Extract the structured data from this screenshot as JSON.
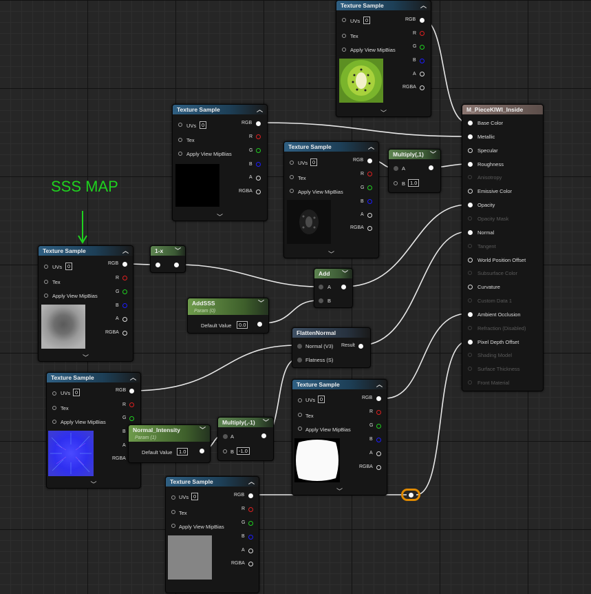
{
  "annotation": {
    "text": "SSS MAP"
  },
  "texture_sample": {
    "title": "Texture Sample",
    "inputs": [
      "UVs",
      "Tex",
      "Apply View MipBias"
    ],
    "uv_value": "0",
    "outputs": [
      "RGB",
      "R",
      "G",
      "B",
      "A",
      "RGBA"
    ]
  },
  "one_minus_x": {
    "title": "1-x"
  },
  "add_node": {
    "title": "Add",
    "inputs": [
      "A",
      "B"
    ]
  },
  "multiply_1": {
    "title": "Multiply(,1)",
    "input_a": "A",
    "input_b": "B",
    "b_value": "1.0"
  },
  "multiply_neg1": {
    "title": "Multiply(,-1)",
    "input_a": "A",
    "input_b": "B",
    "b_value": "-1.0"
  },
  "addsss": {
    "title": "AddSSS",
    "subtitle": "Param (0)",
    "default_label": "Default Value",
    "value": "0.0"
  },
  "normal_intensity": {
    "title": "Normal_Intensity",
    "subtitle": "Param (1)",
    "default_label": "Default Value",
    "value": "1.0"
  },
  "flatten_normal": {
    "title": "FlattenNormal",
    "inputs": [
      "Normal (V3)",
      "Flatness (S)"
    ],
    "output": "Result"
  },
  "material": {
    "title": "M_PieceKIWI_Inside",
    "pins": [
      {
        "label": "Base Color",
        "state": "connected"
      },
      {
        "label": "Metallic",
        "state": "connected"
      },
      {
        "label": "Specular",
        "state": "open"
      },
      {
        "label": "Roughness",
        "state": "connected"
      },
      {
        "label": "Anisotropy",
        "state": "disabled"
      },
      {
        "label": "Emissive Color",
        "state": "open"
      },
      {
        "label": "Opacity",
        "state": "connected"
      },
      {
        "label": "Opacity Mask",
        "state": "disabled"
      },
      {
        "label": "Normal",
        "state": "connected"
      },
      {
        "label": "Tangent",
        "state": "disabled"
      },
      {
        "label": "World Position Offset",
        "state": "open"
      },
      {
        "label": "Subsurface Color",
        "state": "disabled"
      },
      {
        "label": "Curvature",
        "state": "open"
      },
      {
        "label": "Custom Data 1",
        "state": "disabled"
      },
      {
        "label": "Ambient Occlusion",
        "state": "connected"
      },
      {
        "label": "Refraction (Disabled)",
        "state": "disabled"
      },
      {
        "label": "Pixel Depth Offset",
        "state": "connected"
      },
      {
        "label": "Shading Model",
        "state": "disabled"
      },
      {
        "label": "Surface Thickness",
        "state": "disabled"
      },
      {
        "label": "Front Material",
        "state": "disabled"
      }
    ]
  },
  "thumbnails": {
    "kiwi": "kiwi-slice",
    "black": "black",
    "kiwi_mask": "kiwi-mask",
    "sss": "sss-gray",
    "normal": "normal-blue",
    "white": "white-blob",
    "gray": "flat-gray"
  },
  "colors": {
    "grid": "#262626",
    "wire": "#e8e8e8",
    "reroute": "#e08a00",
    "texture_header": "#2f5f82",
    "math_header": "#5d8450",
    "param_header": "#6e9b4c",
    "material_header": "#8a7570",
    "annotation": "#1fd21f"
  }
}
